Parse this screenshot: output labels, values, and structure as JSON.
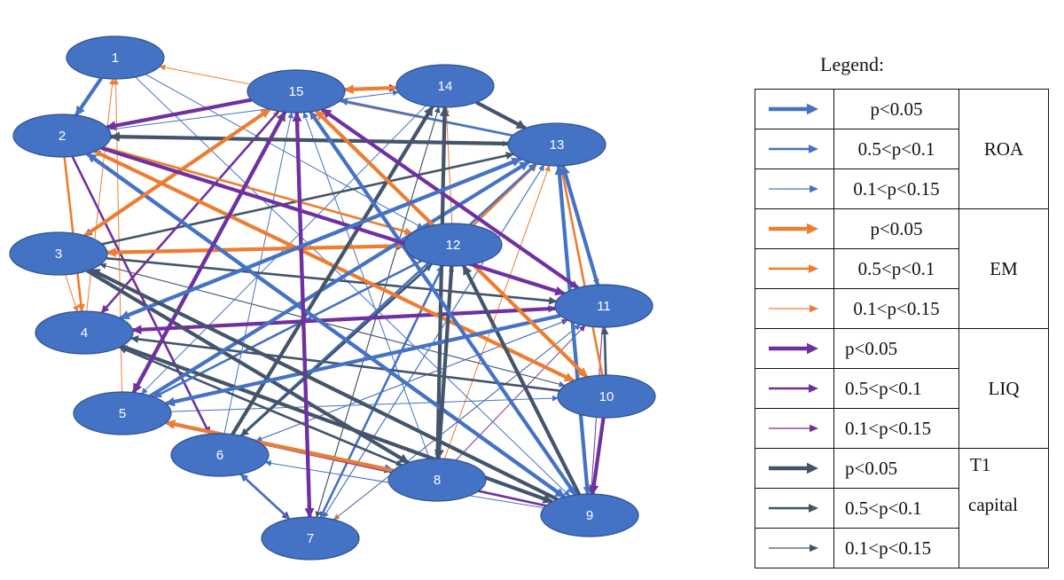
{
  "diagram": {
    "nodes": [
      {
        "id": "1",
        "label": "1"
      },
      {
        "id": "2",
        "label": "2"
      },
      {
        "id": "3",
        "label": "3"
      },
      {
        "id": "4",
        "label": "4"
      },
      {
        "id": "5",
        "label": "5"
      },
      {
        "id": "6",
        "label": "6"
      },
      {
        "id": "7",
        "label": "7"
      },
      {
        "id": "8",
        "label": "8"
      },
      {
        "id": "9",
        "label": "9"
      },
      {
        "id": "10",
        "label": "10"
      },
      {
        "id": "11",
        "label": "11"
      },
      {
        "id": "12",
        "label": "12"
      },
      {
        "id": "13",
        "label": "13"
      },
      {
        "id": "14",
        "label": "14"
      },
      {
        "id": "15",
        "label": "15"
      }
    ],
    "edges": [
      {
        "from": "1",
        "to": "2",
        "group": "ROA",
        "level": 1
      },
      {
        "from": "1",
        "to": "2",
        "group": "T1",
        "level": 3
      },
      {
        "from": "1",
        "to": "12",
        "group": "ROA",
        "level": 3
      },
      {
        "from": "14",
        "to": "15",
        "group": "EM",
        "level": 1
      },
      {
        "from": "14",
        "to": "13",
        "group": "T1",
        "level": 1
      },
      {
        "from": "15",
        "to": "14",
        "group": "LIQ",
        "level": 2
      },
      {
        "from": "13",
        "to": "2",
        "group": "T1",
        "level": 1
      },
      {
        "from": "13",
        "to": "15",
        "group": "ROA",
        "level": 2
      },
      {
        "from": "15",
        "to": "2",
        "group": "LIQ",
        "level": 1
      },
      {
        "from": "12",
        "to": "3",
        "group": "EM",
        "level": 1
      },
      {
        "from": "11",
        "to": "4",
        "group": "LIQ",
        "level": 1
      },
      {
        "from": "2",
        "to": "10",
        "group": "EM",
        "level": 1
      },
      {
        "from": "2",
        "to": "9",
        "group": "ROA",
        "level": 1
      },
      {
        "from": "2",
        "to": "4",
        "group": "EM",
        "level": 2
      },
      {
        "from": "2",
        "to": "6",
        "group": "LIQ",
        "level": 2
      },
      {
        "from": "3",
        "to": "8",
        "group": "T1",
        "level": 1
      },
      {
        "from": "3",
        "to": "4",
        "group": "EM",
        "level": 3
      },
      {
        "from": "3",
        "to": "13",
        "group": "T1",
        "level": 2
      },
      {
        "from": "4",
        "to": "9",
        "group": "T1",
        "level": 1
      },
      {
        "from": "4",
        "to": "11",
        "group": "ROA",
        "level": 2
      },
      {
        "from": "5",
        "to": "8",
        "group": "ROA",
        "level": 1
      },
      {
        "from": "5",
        "to": "15",
        "group": "T1",
        "level": 1
      },
      {
        "from": "5",
        "to": "13",
        "group": "ROA",
        "level": 1
      },
      {
        "from": "6",
        "to": "14",
        "group": "T1",
        "level": 1
      },
      {
        "from": "6",
        "to": "7",
        "group": "LIQ",
        "level": 2
      },
      {
        "from": "7",
        "to": "6",
        "group": "ROA",
        "level": 2
      },
      {
        "from": "7",
        "to": "15",
        "group": "LIQ",
        "level": 1
      },
      {
        "from": "7",
        "to": "12",
        "group": "ROA",
        "level": 2
      },
      {
        "from": "8",
        "to": "14",
        "group": "T1",
        "level": 1
      },
      {
        "from": "8",
        "to": "5",
        "group": "EM",
        "level": 1
      },
      {
        "from": "8",
        "to": "4",
        "group": "T1",
        "level": 2
      },
      {
        "from": "9",
        "to": "12",
        "group": "T1",
        "level": 1
      },
      {
        "from": "9",
        "to": "13",
        "group": "ROA",
        "level": 1
      },
      {
        "from": "9",
        "to": "2",
        "group": "ROA",
        "level": 1
      },
      {
        "from": "9",
        "to": "5",
        "group": "LIQ",
        "level": 2
      },
      {
        "from": "10",
        "to": "9",
        "group": "LIQ",
        "level": 1
      },
      {
        "from": "10",
        "to": "11",
        "group": "T1",
        "level": 2
      },
      {
        "from": "10",
        "to": "4",
        "group": "T1",
        "level": 2
      },
      {
        "from": "11",
        "to": "13",
        "group": "ROA",
        "level": 1
      },
      {
        "from": "11",
        "to": "5",
        "group": "ROA",
        "level": 1
      },
      {
        "from": "11",
        "to": "15",
        "group": "LIQ",
        "level": 1
      },
      {
        "from": "12",
        "to": "10",
        "group": "EM",
        "level": 1
      },
      {
        "from": "12",
        "to": "8",
        "group": "T1",
        "level": 1
      },
      {
        "from": "12",
        "to": "15",
        "group": "EM",
        "level": 1
      },
      {
        "from": "12",
        "to": "5",
        "group": "ROA",
        "level": 2
      },
      {
        "from": "12",
        "to": "13",
        "group": "EM",
        "level": 2
      },
      {
        "from": "13",
        "to": "4",
        "group": "ROA",
        "level": 1
      },
      {
        "from": "13",
        "to": "9",
        "group": "ROA",
        "level": 2
      },
      {
        "from": "13",
        "to": "11",
        "group": "T1",
        "level": 3
      },
      {
        "from": "15",
        "to": "9",
        "group": "ROA",
        "level": 1
      },
      {
        "from": "15",
        "to": "4",
        "group": "LIQ",
        "level": 2
      },
      {
        "from": "15",
        "to": "3",
        "group": "ROA",
        "level": 2
      },
      {
        "from": "15",
        "to": "7",
        "group": "LIQ",
        "level": 1
      },
      {
        "from": "15",
        "to": "5",
        "group": "LIQ",
        "level": 1
      },
      {
        "from": "15",
        "to": "10",
        "group": "EM",
        "level": 2
      },
      {
        "from": "15",
        "to": "11",
        "group": "T1",
        "level": 2
      },
      {
        "from": "3",
        "to": "15",
        "group": "EM",
        "level": 1
      },
      {
        "from": "3",
        "to": "12",
        "group": "T1",
        "level": 2
      },
      {
        "from": "3",
        "to": "11",
        "group": "T1",
        "level": 2
      },
      {
        "from": "3",
        "to": "10",
        "group": "ROA",
        "level": 3
      },
      {
        "from": "2",
        "to": "13",
        "group": "ROA",
        "level": 3
      },
      {
        "from": "2",
        "to": "12",
        "group": "EM",
        "level": 2
      },
      {
        "from": "2",
        "to": "11",
        "group": "LIQ",
        "level": 1
      },
      {
        "from": "4",
        "to": "15",
        "group": "EM",
        "level": 3
      },
      {
        "from": "4",
        "to": "13",
        "group": "ROA",
        "level": 1
      },
      {
        "from": "6",
        "to": "13",
        "group": "ROA",
        "level": 2
      },
      {
        "from": "6",
        "to": "12",
        "group": "ROA",
        "level": 2
      },
      {
        "from": "6",
        "to": "11",
        "group": "LIQ",
        "level": 3
      },
      {
        "from": "7",
        "to": "14",
        "group": "T1",
        "level": 3
      },
      {
        "from": "7",
        "to": "13",
        "group": "ROA",
        "level": 3
      },
      {
        "from": "8",
        "to": "13",
        "group": "EM",
        "level": 3
      },
      {
        "from": "8",
        "to": "11",
        "group": "LIQ",
        "level": 3
      },
      {
        "from": "8",
        "to": "15",
        "group": "ROA",
        "level": 3
      },
      {
        "from": "9",
        "to": "3",
        "group": "T1",
        "level": 1
      },
      {
        "from": "9",
        "to": "15",
        "group": "LIQ",
        "level": 2
      },
      {
        "from": "9",
        "to": "6",
        "group": "ROA",
        "level": 3
      },
      {
        "from": "10",
        "to": "13",
        "group": "EM",
        "level": 2
      },
      {
        "from": "10",
        "to": "3",
        "group": "T1",
        "level": 3
      },
      {
        "from": "11",
        "to": "9",
        "group": "LIQ",
        "level": 3
      },
      {
        "from": "11",
        "to": "7",
        "group": "EM",
        "level": 3
      },
      {
        "from": "11",
        "to": "6",
        "group": "ROA",
        "level": 3
      },
      {
        "from": "12",
        "to": "7",
        "group": "LIQ",
        "level": 3
      },
      {
        "from": "12",
        "to": "6",
        "group": "T1",
        "level": 2
      },
      {
        "from": "12",
        "to": "14",
        "group": "EM",
        "level": 3
      },
      {
        "from": "13",
        "to": "7",
        "group": "ROA",
        "level": 3
      },
      {
        "from": "13",
        "to": "1",
        "group": "EM",
        "level": 3
      },
      {
        "from": "14",
        "to": "7",
        "group": "T1",
        "level": 3
      },
      {
        "from": "14",
        "to": "8",
        "group": "ROA",
        "level": 3
      },
      {
        "from": "14",
        "to": "5",
        "group": "ROA",
        "level": 3
      },
      {
        "from": "5",
        "to": "1",
        "group": "EM",
        "level": 3
      },
      {
        "from": "5",
        "to": "10",
        "group": "ROA",
        "level": 3
      },
      {
        "from": "4",
        "to": "8",
        "group": "T1",
        "level": 3
      },
      {
        "from": "1",
        "to": "9",
        "group": "ROA",
        "level": 3
      },
      {
        "from": "4",
        "to": "1",
        "group": "EM",
        "level": 3
      },
      {
        "from": "6",
        "to": "15",
        "group": "ROA",
        "level": 3
      },
      {
        "from": "8",
        "to": "12",
        "group": "EM",
        "level": 3
      },
      {
        "from": "2",
        "to": "14",
        "group": "ROA",
        "level": 3
      },
      {
        "from": "10",
        "to": "2",
        "group": "T1",
        "level": 3
      },
      {
        "from": "7",
        "to": "11",
        "group": "ROA",
        "level": 3
      },
      {
        "from": "9",
        "to": "4",
        "group": "ROA",
        "level": 3
      }
    ]
  },
  "legend": {
    "title": "Legend:",
    "colors": {
      "ROA": "#4472C4",
      "EM": "#ED7D31",
      "LIQ": "#7030A0",
      "T1": "#44546A"
    },
    "node_fill": "#4472C4",
    "groups": [
      {
        "key": "ROA",
        "label": "ROA",
        "label2": "",
        "rows": [
          "p<0.05",
          "0.5<p<0.1",
          "0.1<p<0.15"
        ]
      },
      {
        "key": "EM",
        "label": "EM",
        "label2": "",
        "rows": [
          "p<0.05",
          "0.5<p<0.1",
          "0.1<p<0.15"
        ]
      },
      {
        "key": "LIQ",
        "label": "LIQ",
        "label2": "",
        "rows": [
          "p<0.05",
          "0.5<p<0.1",
          "0.1<p<0.15"
        ]
      },
      {
        "key": "T1",
        "label": "T1",
        "label2": "capital",
        "rows": [
          "p<0.05",
          "0.5<p<0.1",
          "0.1<p<0.15"
        ]
      }
    ]
  }
}
